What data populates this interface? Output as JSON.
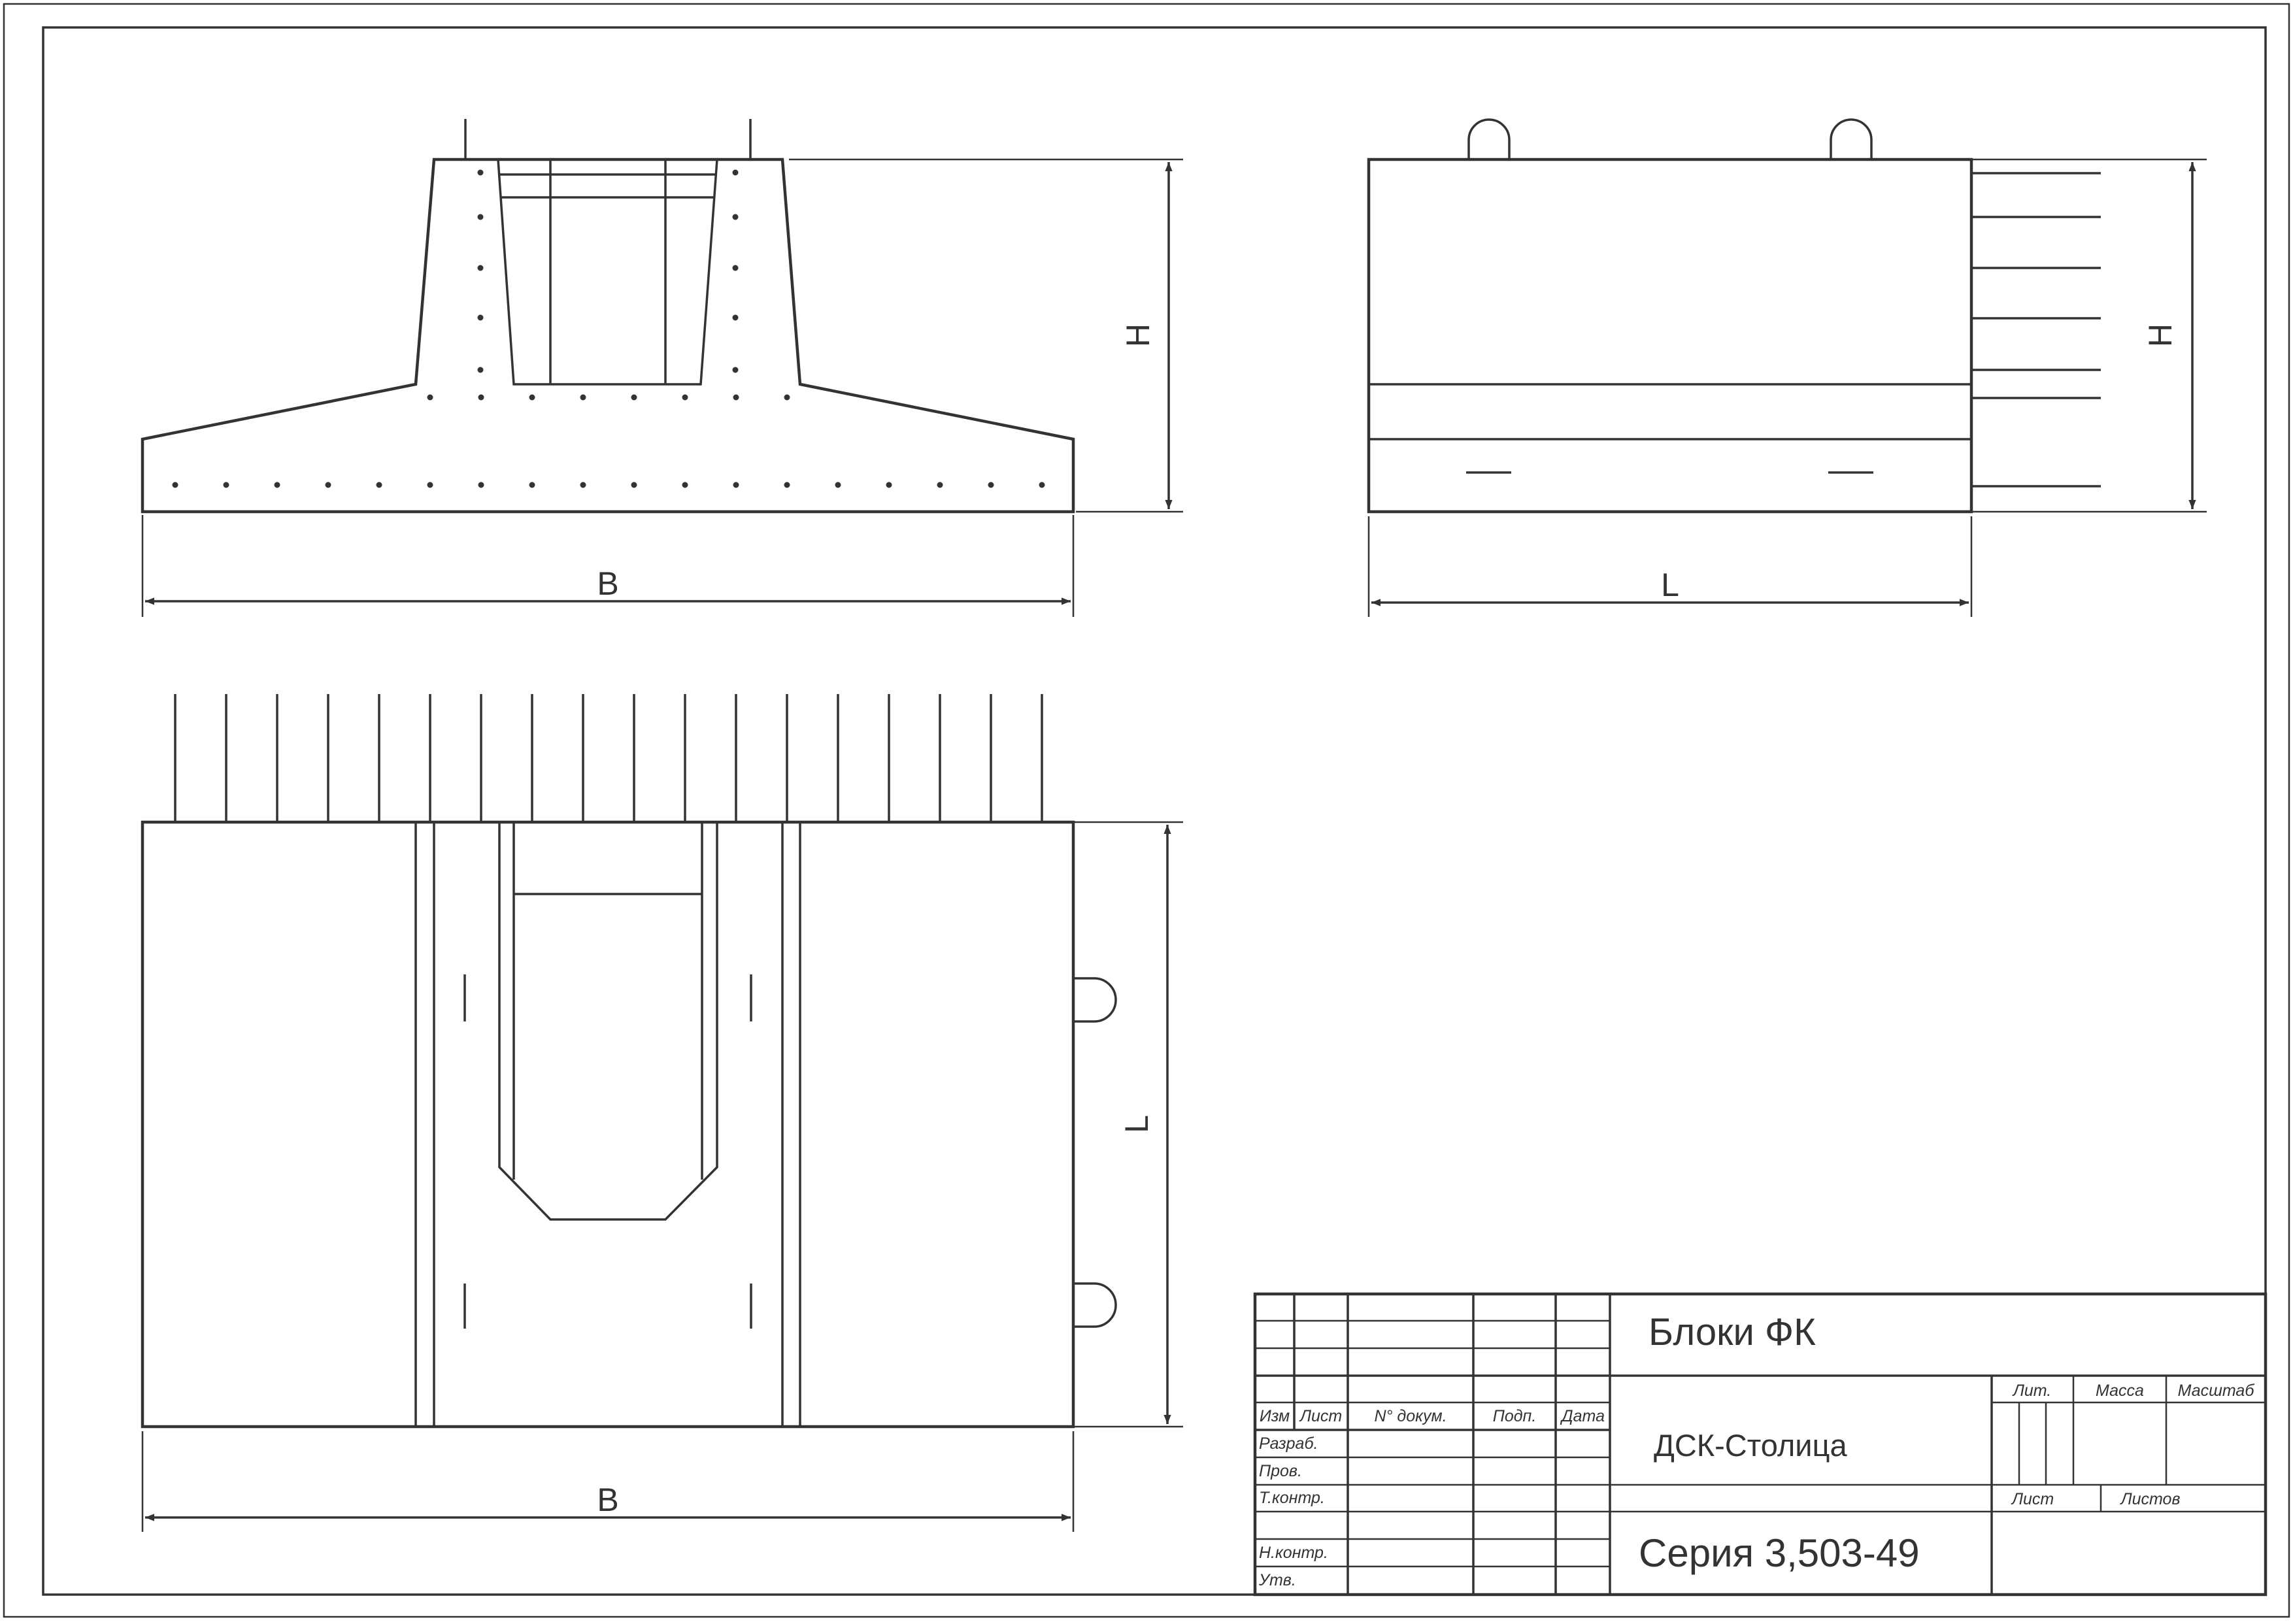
{
  "drawing": {
    "front_view": {
      "width_label": "B",
      "height_label": "H"
    },
    "side_view": {
      "length_label": "L",
      "height_label": "H"
    },
    "plan_view": {
      "width_label": "B",
      "length_label": "L"
    }
  },
  "title_block": {
    "title": "Блоки ФК",
    "organization": "ДСК-Столица",
    "series": "Серия 3,503-49",
    "columns": {
      "izm": "Изм",
      "list": "Лист",
      "doc_no": "N° докум.",
      "sign": "Подп.",
      "date": "Дата"
    },
    "rows": {
      "developed": "Разраб.",
      "checked": "Пров.",
      "tech_control": "Т.контр.",
      "norm_control": "Н.контр.",
      "approved": "Утв."
    },
    "right": {
      "lit": "Лит.",
      "mass": "Масса",
      "scale": "Масштаб",
      "sheet": "Лист",
      "sheets": "Листов"
    }
  }
}
